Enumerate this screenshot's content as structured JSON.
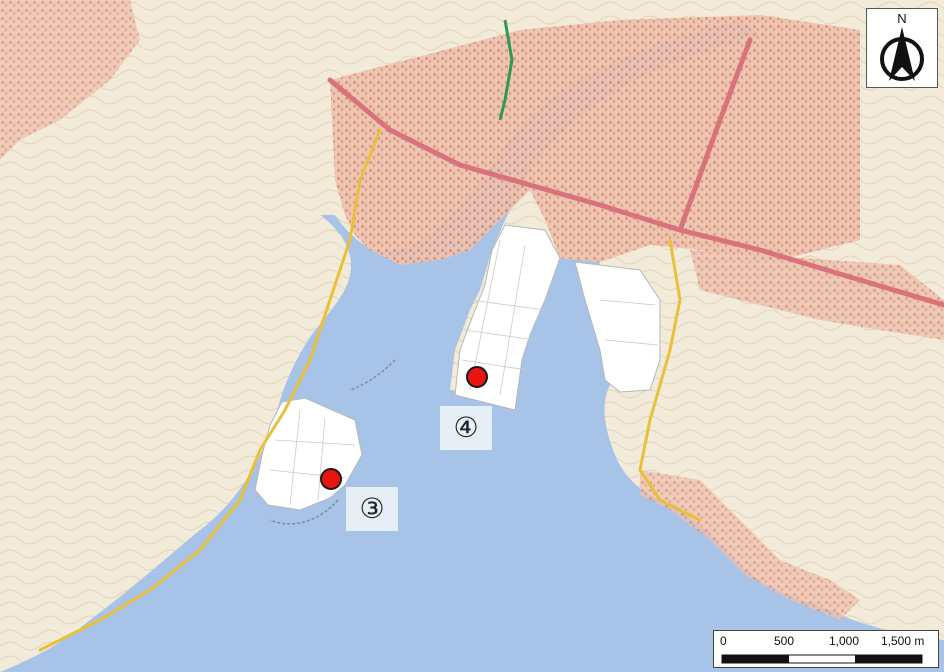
{
  "map": {
    "north_arrow": {
      "letter": "N",
      "icon": "north-arrow-icon"
    },
    "sites": [
      {
        "id": "site-3",
        "label": "③"
      },
      {
        "id": "site-4",
        "label": "④"
      }
    ],
    "scale_bar": {
      "labels": [
        "0",
        "500",
        "1,000",
        "1,500 m"
      ]
    },
    "colors": {
      "sea": "#a8c3e8",
      "land": "#f3ebd9",
      "urban": "#e9b7a2",
      "reclaimed": "#ffffff",
      "road_main": "#d9737a",
      "road_minor": "#e8c13a",
      "marker": "#e8140f"
    }
  }
}
